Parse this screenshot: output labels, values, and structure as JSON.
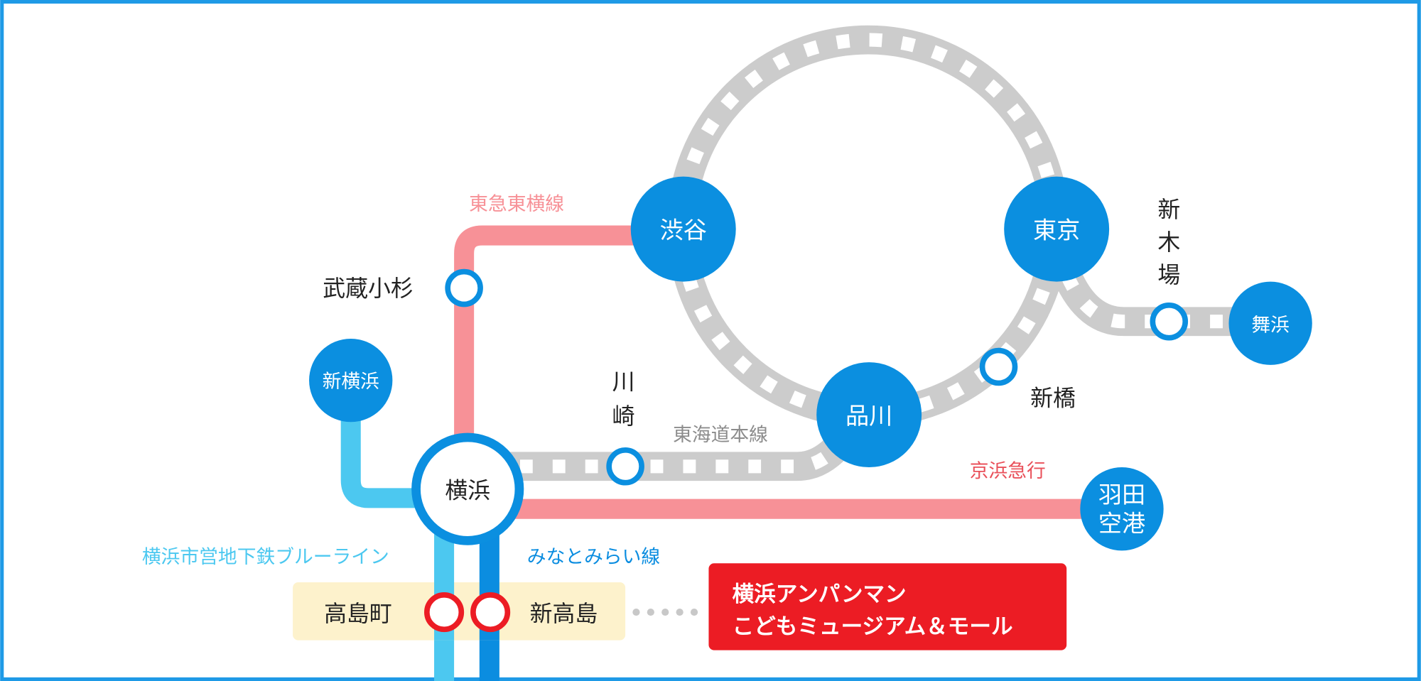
{
  "colors": {
    "frame": "#1e9ae6",
    "jr_track": "#cccccc",
    "tokyu": "#f79197",
    "keikyu_label": "#e9505a",
    "blue_line": "#4cc8f0",
    "minatomirai": "#0b8de0",
    "station_blue": "#0b8fe0",
    "highlight_red": "#ec1c24",
    "highlight_bg": "#fdf2cc"
  },
  "lines": {
    "tokyu_toyoko": "東急東横線",
    "tokaido": "東海道本線",
    "keikyu": "京浜急行",
    "blue_line": "横浜市営地下鉄ブルーライン",
    "minatomirai": "みなとみらい線"
  },
  "stations": {
    "shibuya": "渋谷",
    "tokyo": "東京",
    "shinagawa": "品川",
    "yokohama": "横浜",
    "shin_yokohama": "新横浜",
    "maihama": "舞浜",
    "haneda": [
      "羽田",
      "空港"
    ],
    "musashi_kosugi": "武蔵小杉",
    "kawasaki": [
      "川",
      "崎"
    ],
    "shimbashi": "新橋",
    "shinkiba": [
      "新",
      "木",
      "場"
    ],
    "takashimacho": "高島町",
    "shin_takashima": "新高島"
  },
  "destination": {
    "line1": "横浜アンパンマン",
    "line2": "こどもミュージアム＆モール"
  }
}
